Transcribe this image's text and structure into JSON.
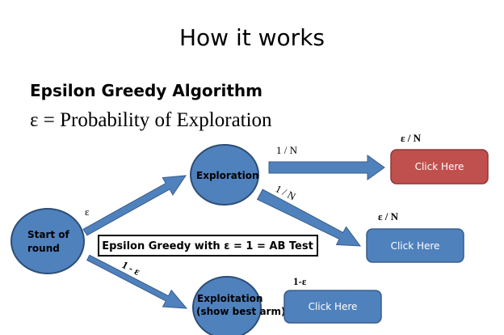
{
  "slide": {
    "title": "How it works",
    "subtitle": "Epsilon Greedy Algorithm",
    "formula": "ε = Probability of Exploration"
  },
  "nodes": {
    "start": {
      "line1": "Start of",
      "line2": "round"
    },
    "exploration": {
      "label": "Exploration"
    },
    "exploitation": {
      "line1": "Exploitation",
      "line2": "(show best arm)"
    }
  },
  "edges": {
    "start_to_exploration": "ε",
    "start_to_exploitation": "1 - ε",
    "exploration_to_top": "1 / N",
    "exploration_to_middle": "1 / N"
  },
  "buttons": [
    {
      "label": "Click Here",
      "prob": "ε / N",
      "color": "#c0504d"
    },
    {
      "label": "Click Here",
      "prob": "ε / N",
      "color": "#4f81bd"
    },
    {
      "label": "Click Here",
      "prob": "1-ε",
      "color": "#4f81bd"
    }
  ],
  "callout": {
    "text": "Epsilon Greedy with ε = 1 = AB Test"
  },
  "colors": {
    "node_fill": "#4f81bd",
    "node_stroke": "#2c4d75",
    "arrow_fill": "#4f81bd",
    "arrow_stroke": "#385d8a"
  }
}
